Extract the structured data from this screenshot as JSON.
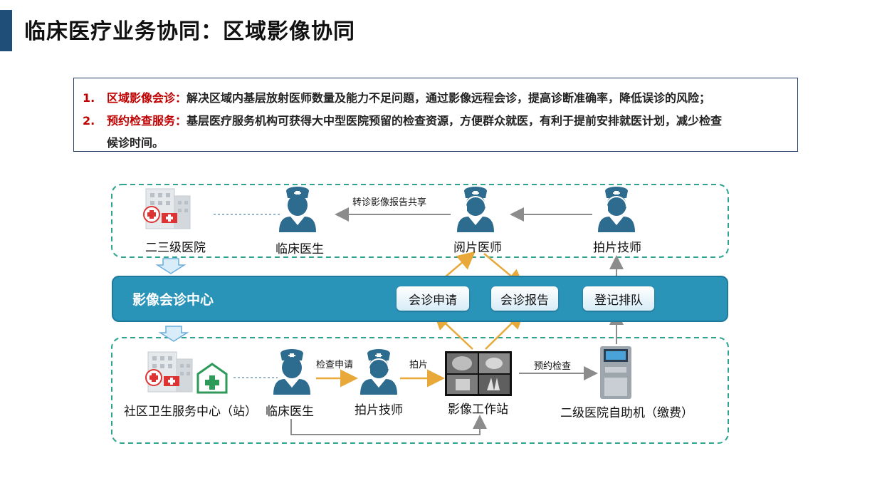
{
  "title": "临床医疗业务协同：区域影像协同",
  "info": {
    "items": [
      {
        "num": "1.",
        "key": "区域影像会诊：",
        "text": "解决区域内基层放射医师数量及能力不足问题，通过影像远程会诊，提高诊断准确率，降低误诊的风险；"
      },
      {
        "num": "2.",
        "key": "预约检查服务：",
        "text": "基层医疗服务机构可获得大中型医院预留的检查资源，方便群众就医，有利于提前安排就医计划，减少检查",
        "cont": "候诊时间。"
      }
    ]
  },
  "top_group": {
    "hospital": "二三级医院",
    "clinical_doctor": "临床医生",
    "reading_doctor": "阅片医师",
    "tech": "拍片技师",
    "share_label": "转诊影像报告共享"
  },
  "center": {
    "title": "影像会诊中心",
    "buttons": [
      "会诊申请",
      "会诊报告",
      "登记排队"
    ]
  },
  "bottom_group": {
    "community": "社区卫生服务中心（站）",
    "clinical_doctor": "临床医生",
    "tech": "拍片技师",
    "workstation": "影像工作站",
    "kiosk": "二级医院自助机（缴费）",
    "exam_request": "检查申请",
    "shoot": "拍片",
    "appointment": "预约检查"
  },
  "colors": {
    "accent": "#1f4e79",
    "key_red": "#c00000",
    "band": "#2a93b8",
    "dash": "#2ea58f",
    "gold": "#e8a93a",
    "doctor": "#2d6b8f"
  }
}
